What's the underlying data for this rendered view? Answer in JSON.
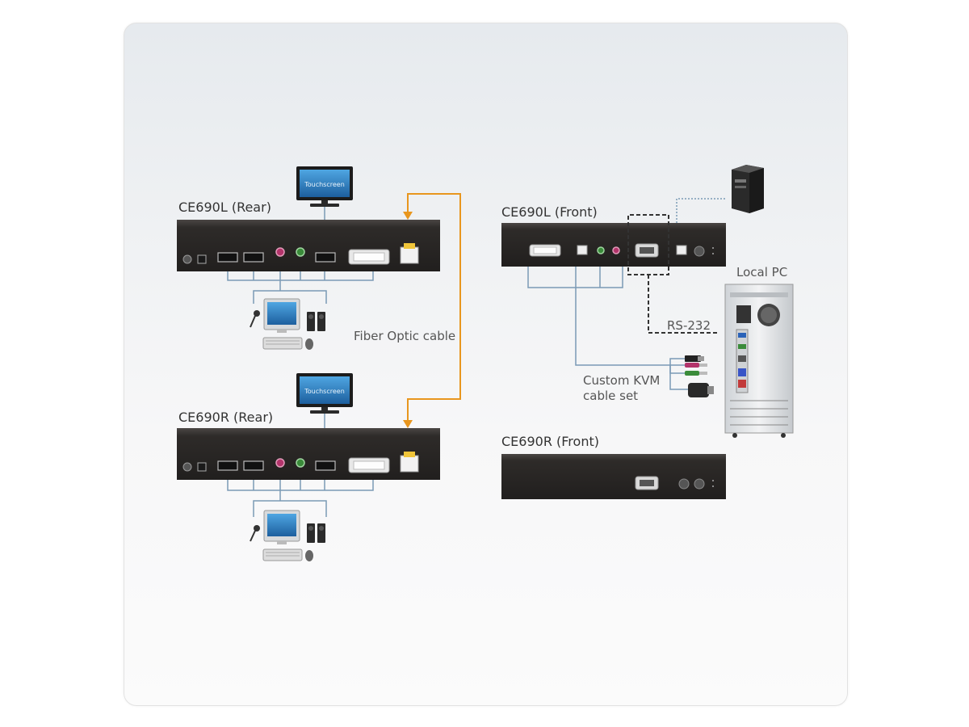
{
  "devices": {
    "ce690l_rear": "CE690L (Rear)",
    "ce690r_rear": "CE690R (Rear)",
    "ce690l_front": "CE690L (Front)",
    "ce690r_front": "CE690R (Front)"
  },
  "labels": {
    "fiber": "Fiber Optic cable",
    "local_pc": "Local PC",
    "rs232": "RS-232",
    "kvm_line1": "Custom KVM",
    "kvm_line2": "cable set",
    "touchscreen_top": "Touchscreen",
    "touchscreen_bottom": "Touchscreen"
  },
  "colors": {
    "device_body": "#2e2b29",
    "fiber_cable": "#e8961e",
    "connector_line": "#7a9ab5",
    "dashed_line": "#333333",
    "dotted_line": "#7a9ab5"
  }
}
